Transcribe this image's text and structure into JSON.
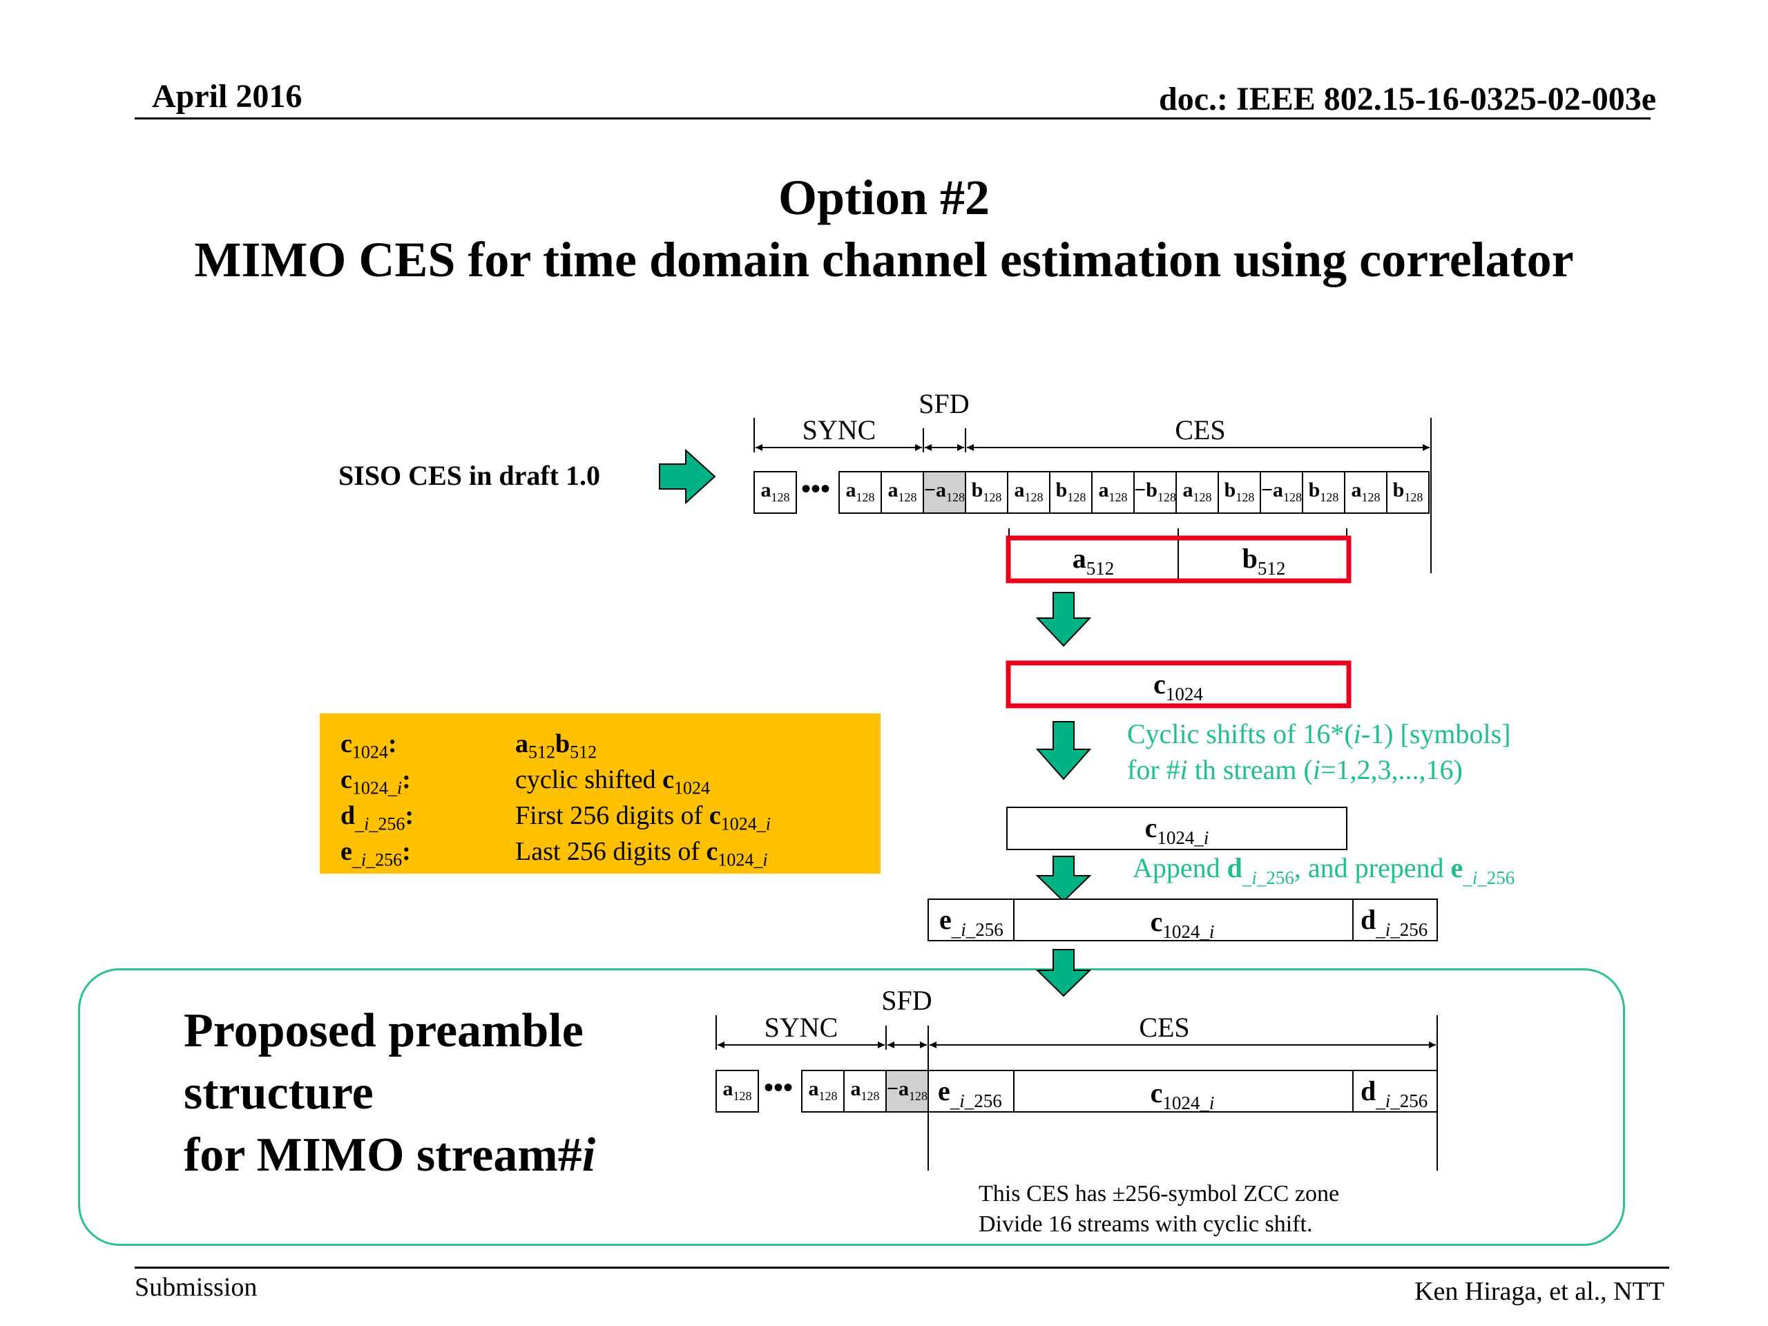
{
  "header": {
    "date": "April 2016",
    "doc": "doc.: IEEE 802.15-16-0325-02-003e"
  },
  "title": {
    "line1": "Option #2",
    "line2": "MIMO CES for time domain channel estimation using correlator"
  },
  "siso": {
    "label": "SISO CES in draft 1.0",
    "sync_label": "SYNC",
    "sfd_label": "SFD",
    "ces_label": "CES",
    "sync_cells": [
      {
        "base": "a",
        "sub": "128"
      },
      {
        "base": "a",
        "sub": "128"
      },
      {
        "base": "a",
        "sub": "128"
      },
      {
        "base": "−a",
        "sub": "128"
      }
    ],
    "ces_cells": [
      {
        "base": "b",
        "sub": "128"
      },
      {
        "base": "a",
        "sub": "128"
      },
      {
        "base": "b",
        "sub": "128"
      },
      {
        "base": "a",
        "sub": "128"
      },
      {
        "base": "−b",
        "sub": "128"
      },
      {
        "base": "a",
        "sub": "128"
      },
      {
        "base": "b",
        "sub": "128"
      },
      {
        "base": "−a",
        "sub": "128"
      },
      {
        "base": "b",
        "sub": "128"
      },
      {
        "base": "a",
        "sub": "128"
      },
      {
        "base": "b",
        "sub": "128"
      }
    ]
  },
  "steps": {
    "a512": {
      "base": "a",
      "sub": "512"
    },
    "b512": {
      "base": "b",
      "sub": "512"
    },
    "c1024": {
      "base": "c",
      "sub": "1024"
    },
    "c1024i": {
      "base": "c",
      "sub": "1024_",
      "sub_it": "i"
    },
    "e256": {
      "base": "e",
      "sub": "_",
      "sub_it": "i",
      "sub2": "_256"
    },
    "d256": {
      "base": "d",
      "sub": "_",
      "sub_it": "i",
      "sub2": "_256"
    },
    "shift_note_1": "Cyclic shifts of 16*(i-1) [symbols]",
    "shift_note_2": "for #i th stream (i=1,2,3,...,16)",
    "append_note": "Append d_i_256, and prepend e_i_256"
  },
  "legend": {
    "rows": [
      {
        "key": "c1024:",
        "value": "a512b512"
      },
      {
        "key": "c1024_i:",
        "value": "cyclic shifted c1024"
      },
      {
        "key": "d_i_256:",
        "value": "First 256 digits of c1024_i"
      },
      {
        "key": "e_i_256:",
        "value": "Last 256 digits of c1024_i"
      }
    ],
    "color": "#FFC000"
  },
  "proposed": {
    "line1": "Proposed preamble",
    "line2": "structure",
    "line3": "for MIMO stream#i",
    "sync_label": "SYNC",
    "sfd_label": "SFD",
    "ces_label": "CES",
    "note_1": "This CES has ±256-symbol ZCC zone",
    "note_2": "Divide 16 streams with cyclic shift."
  },
  "footer": {
    "left": "Submission",
    "right": "Ken Hiraga, et al., NTT"
  },
  "colors": {
    "arrow_fill": "#00B386",
    "highlight_red": "#E8001C",
    "note_green": "#1FBE8F",
    "proposed_border": "#2BC08E",
    "shaded_cell": "#D0D0D0"
  }
}
